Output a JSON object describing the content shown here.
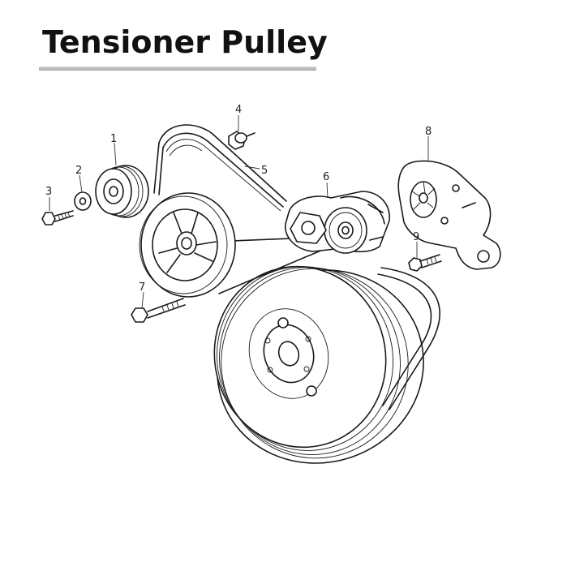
{
  "title": "Tensioner Pulley",
  "callouts": [
    {
      "id": "1",
      "label": "1"
    },
    {
      "id": "2",
      "label": "2"
    },
    {
      "id": "3",
      "label": "3"
    },
    {
      "id": "4",
      "label": "4"
    },
    {
      "id": "5",
      "label": "5"
    },
    {
      "id": "6",
      "label": "6"
    },
    {
      "id": "7",
      "label": "7"
    },
    {
      "id": "8",
      "label": "8"
    },
    {
      "id": "9",
      "label": "9"
    }
  ],
  "colors": {
    "line": "#1a1a1a",
    "title": "#111111",
    "rule": "#bdbdbd"
  }
}
